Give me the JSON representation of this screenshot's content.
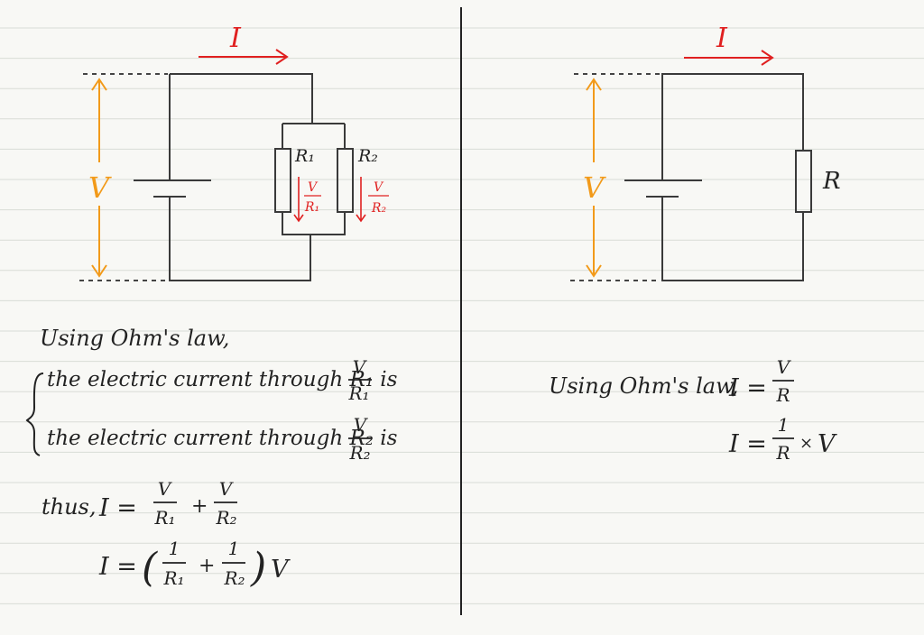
{
  "left": {
    "current_symbol": "I",
    "voltage_symbol": "V",
    "r1_label": "R₁",
    "r2_label": "R₂",
    "r1_current": {
      "num": "V",
      "den": "R₁"
    },
    "r2_current": {
      "num": "V",
      "den": "R₂"
    },
    "text": {
      "line1": "Using Ohm's law,",
      "line2_prefix": "the electric current through R₁ is",
      "line2_frac": {
        "num": "V",
        "den": "R₁"
      },
      "line3_prefix": "the electric current through R₂ is",
      "line3_frac": {
        "num": "V",
        "den": "R₂"
      },
      "thus": "thus,",
      "eq1_lhs": "I =",
      "eq1_frac1": {
        "num": "V",
        "den": "R₁"
      },
      "plus": "+",
      "eq1_frac2": {
        "num": "V",
        "den": "R₂"
      },
      "eq2_lhs": "I =",
      "open_paren": "(",
      "eq2_frac1": {
        "num": "1",
        "den": "R₁"
      },
      "eq2_frac2": {
        "num": "1",
        "den": "R₂"
      },
      "close_paren": ")",
      "eq2_var": "V"
    }
  },
  "right": {
    "current_symbol": "I",
    "voltage_symbol": "V",
    "r_label": "R",
    "text": {
      "eq1_prefix": "Using Ohm's law,",
      "eq1_lhs": "I =",
      "eq1_frac": {
        "num": "V",
        "den": "R"
      },
      "eq2_lhs": "I =",
      "eq2_frac": {
        "num": "1",
        "den": "R"
      },
      "times": "×",
      "eq2_var": "V"
    }
  },
  "colors": {
    "current_arrow": "#e02020",
    "voltage_arrow": "#f29a1a",
    "wire": "#3a3a3a",
    "ruled_line": "#d9dcd6"
  }
}
